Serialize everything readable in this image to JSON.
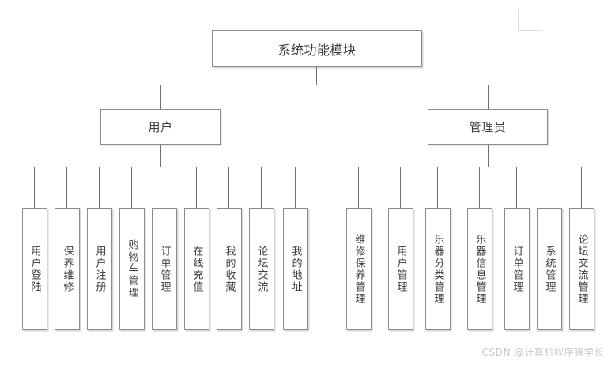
{
  "diagram": {
    "root": {
      "label": "系统功能模块"
    },
    "branches": [
      {
        "key": "user",
        "label": "用户",
        "leaves": [
          {
            "label": "用户登陆"
          },
          {
            "label": "保养维修"
          },
          {
            "label": "用户注册"
          },
          {
            "label": "购物车管理"
          },
          {
            "label": "订单管理"
          },
          {
            "label": "在线充值"
          },
          {
            "label": "我的收藏"
          },
          {
            "label": "论坛交流"
          },
          {
            "label": "我的地址"
          }
        ]
      },
      {
        "key": "admin",
        "label": "管理员",
        "leaves": [
          {
            "label": "维修保养管理"
          },
          {
            "label": "用户管理"
          },
          {
            "label": "乐器分类管理"
          },
          {
            "label": "乐器信息管理"
          },
          {
            "label": "订单管理"
          },
          {
            "label": "系统管理"
          },
          {
            "label": "论坛交流管理"
          }
        ]
      }
    ]
  },
  "watermark": {
    "text": "CSDN @计算机程序猿学长"
  },
  "colors": {
    "box_border": "#8c8c8c",
    "connector": "#6e6e6e",
    "text": "#3b3b3b",
    "watermark": "#c9c9c9",
    "background": "#ffffff"
  }
}
